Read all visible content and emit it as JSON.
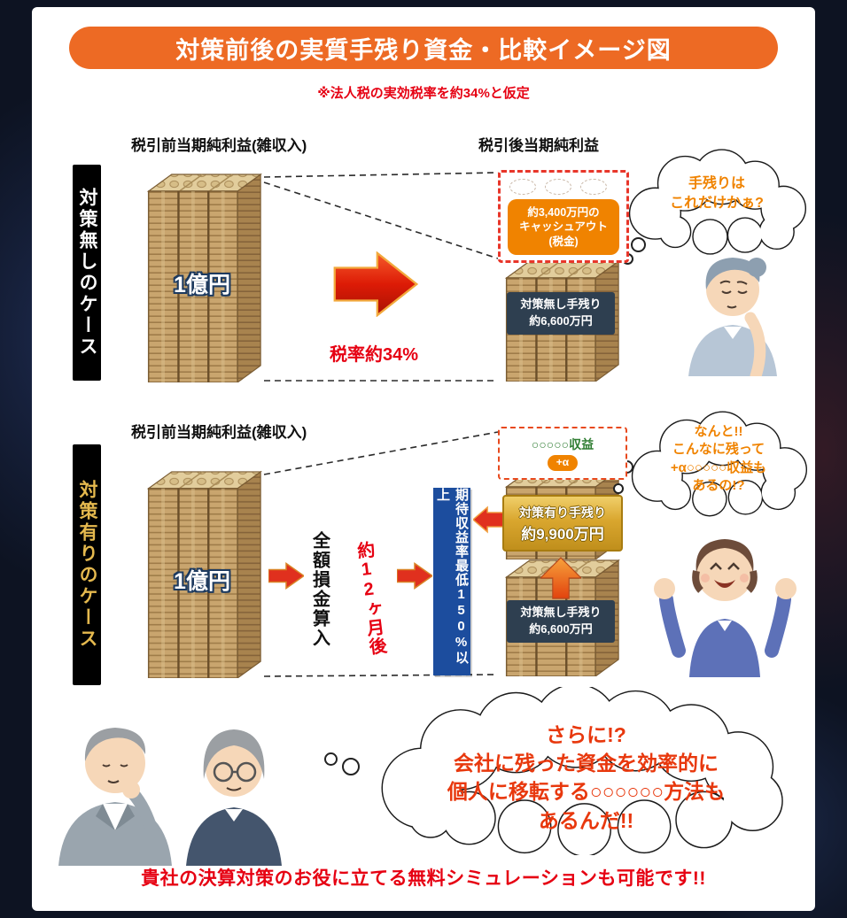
{
  "header": {
    "title": "対策前後の実質手残り資金・比較イメージ図",
    "note": "※法人税の実効税率を約34%と仮定"
  },
  "case1": {
    "side_label": "対策無しのケース",
    "pretax_heading": "税引前当期純利益(雑収入)",
    "posttax_heading": "税引後当期純利益",
    "amount": "1億円",
    "tax_rate": "税率約34%",
    "cashout": [
      "約3,400万円の",
      "キャッシュアウト",
      "(税金)"
    ],
    "remaining": [
      "対策無し手残り",
      "約6,600万円"
    ],
    "bubble": [
      "手残りは",
      "これだけかぁ?"
    ]
  },
  "case2": {
    "side_label": "対策有りのケース",
    "pretax_heading": "税引前当期純利益(雑収入)",
    "amount": "1億円",
    "step1": "全額損金算入",
    "step2": "約12ヶ月後",
    "banner": "期待収益率最低150%以上",
    "ghost": [
      "○○○○○収益",
      "+α"
    ],
    "gold": [
      "対策有り手残り",
      "約9,900万円"
    ],
    "remaining": [
      "対策無し手残り",
      "約6,600万円"
    ],
    "bubble": [
      "なんと!!",
      "こんなに残って",
      "+α○○○○○収益も",
      "あるの!?"
    ]
  },
  "bottom": {
    "cloud": [
      "さらに!?",
      "会社に残った資金を効率的に",
      "個人に移転する○○○○○○方法も",
      "あるんだ!!"
    ],
    "footer": "貴社の決算対策のお役に立てる無料シミュレーションも可能です!!"
  },
  "colors": {
    "accent_orange": "#ED6A24",
    "alert_red": "#E60012",
    "banner_blue": "#1C4D9E",
    "gold": "#D9A62E",
    "money_tan": "#C9A56E",
    "label_navy": "#2E3F50",
    "bubble_text_orange": "#F08300",
    "cloud_text_red": "#E8380D"
  }
}
